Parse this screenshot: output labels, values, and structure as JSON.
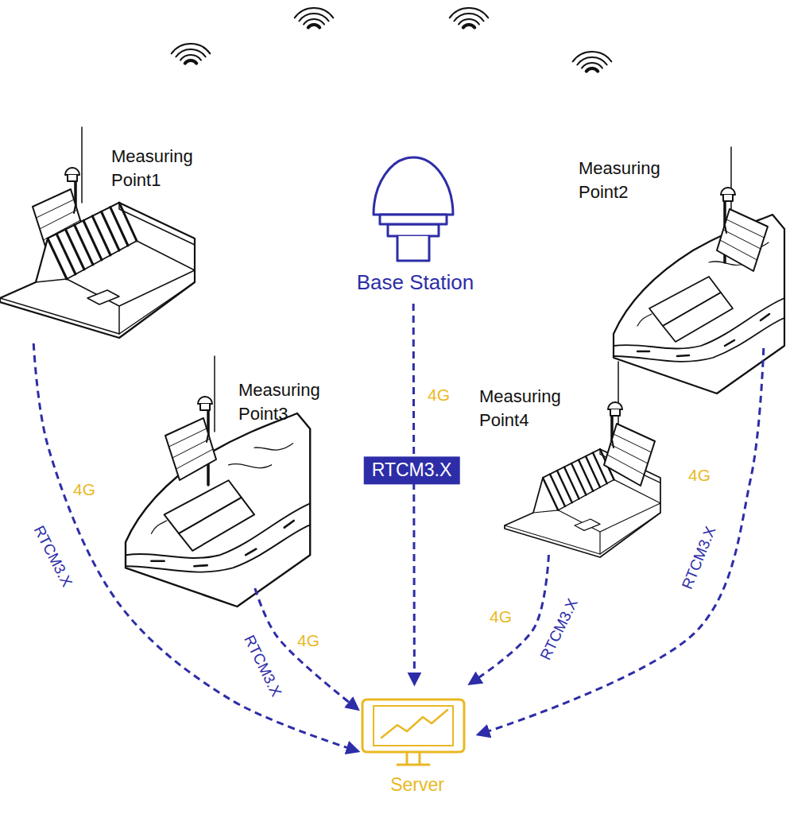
{
  "diagram": {
    "nodes": [
      {
        "text": [
          "Measuring Point1"
        ]
      },
      {
        "text": [
          "Base Station"
        ]
      },
      {
        "text": [
          "Measuring Point2"
        ]
      },
      {
        "text": [
          "Measuring Point3"
        ]
      },
      {
        "text": [
          "Measuring Point4"
        ]
      },
      {
        "text": [
          "Server"
        ]
      }
    ],
    "edges": [
      {
        "from": 0,
        "to": 5,
        "label": "4G",
        "arrow": "to"
      },
      {
        "from": 1,
        "to": 5,
        "label": "4G",
        "arrow": "to"
      },
      {
        "from": 2,
        "to": 5,
        "label": "4G",
        "arrow": "to"
      },
      {
        "from": 3,
        "to": 5,
        "label": "4G",
        "arrow": "to"
      },
      {
        "from": 4,
        "to": 5,
        "label": "4G",
        "arrow": "to"
      }
    ],
    "labels": [
      "RTCM3.X",
      "RTCM3.X",
      "RTCM3.X",
      "RTCM3.X",
      "RTCM3.X"
    ]
  }
}
